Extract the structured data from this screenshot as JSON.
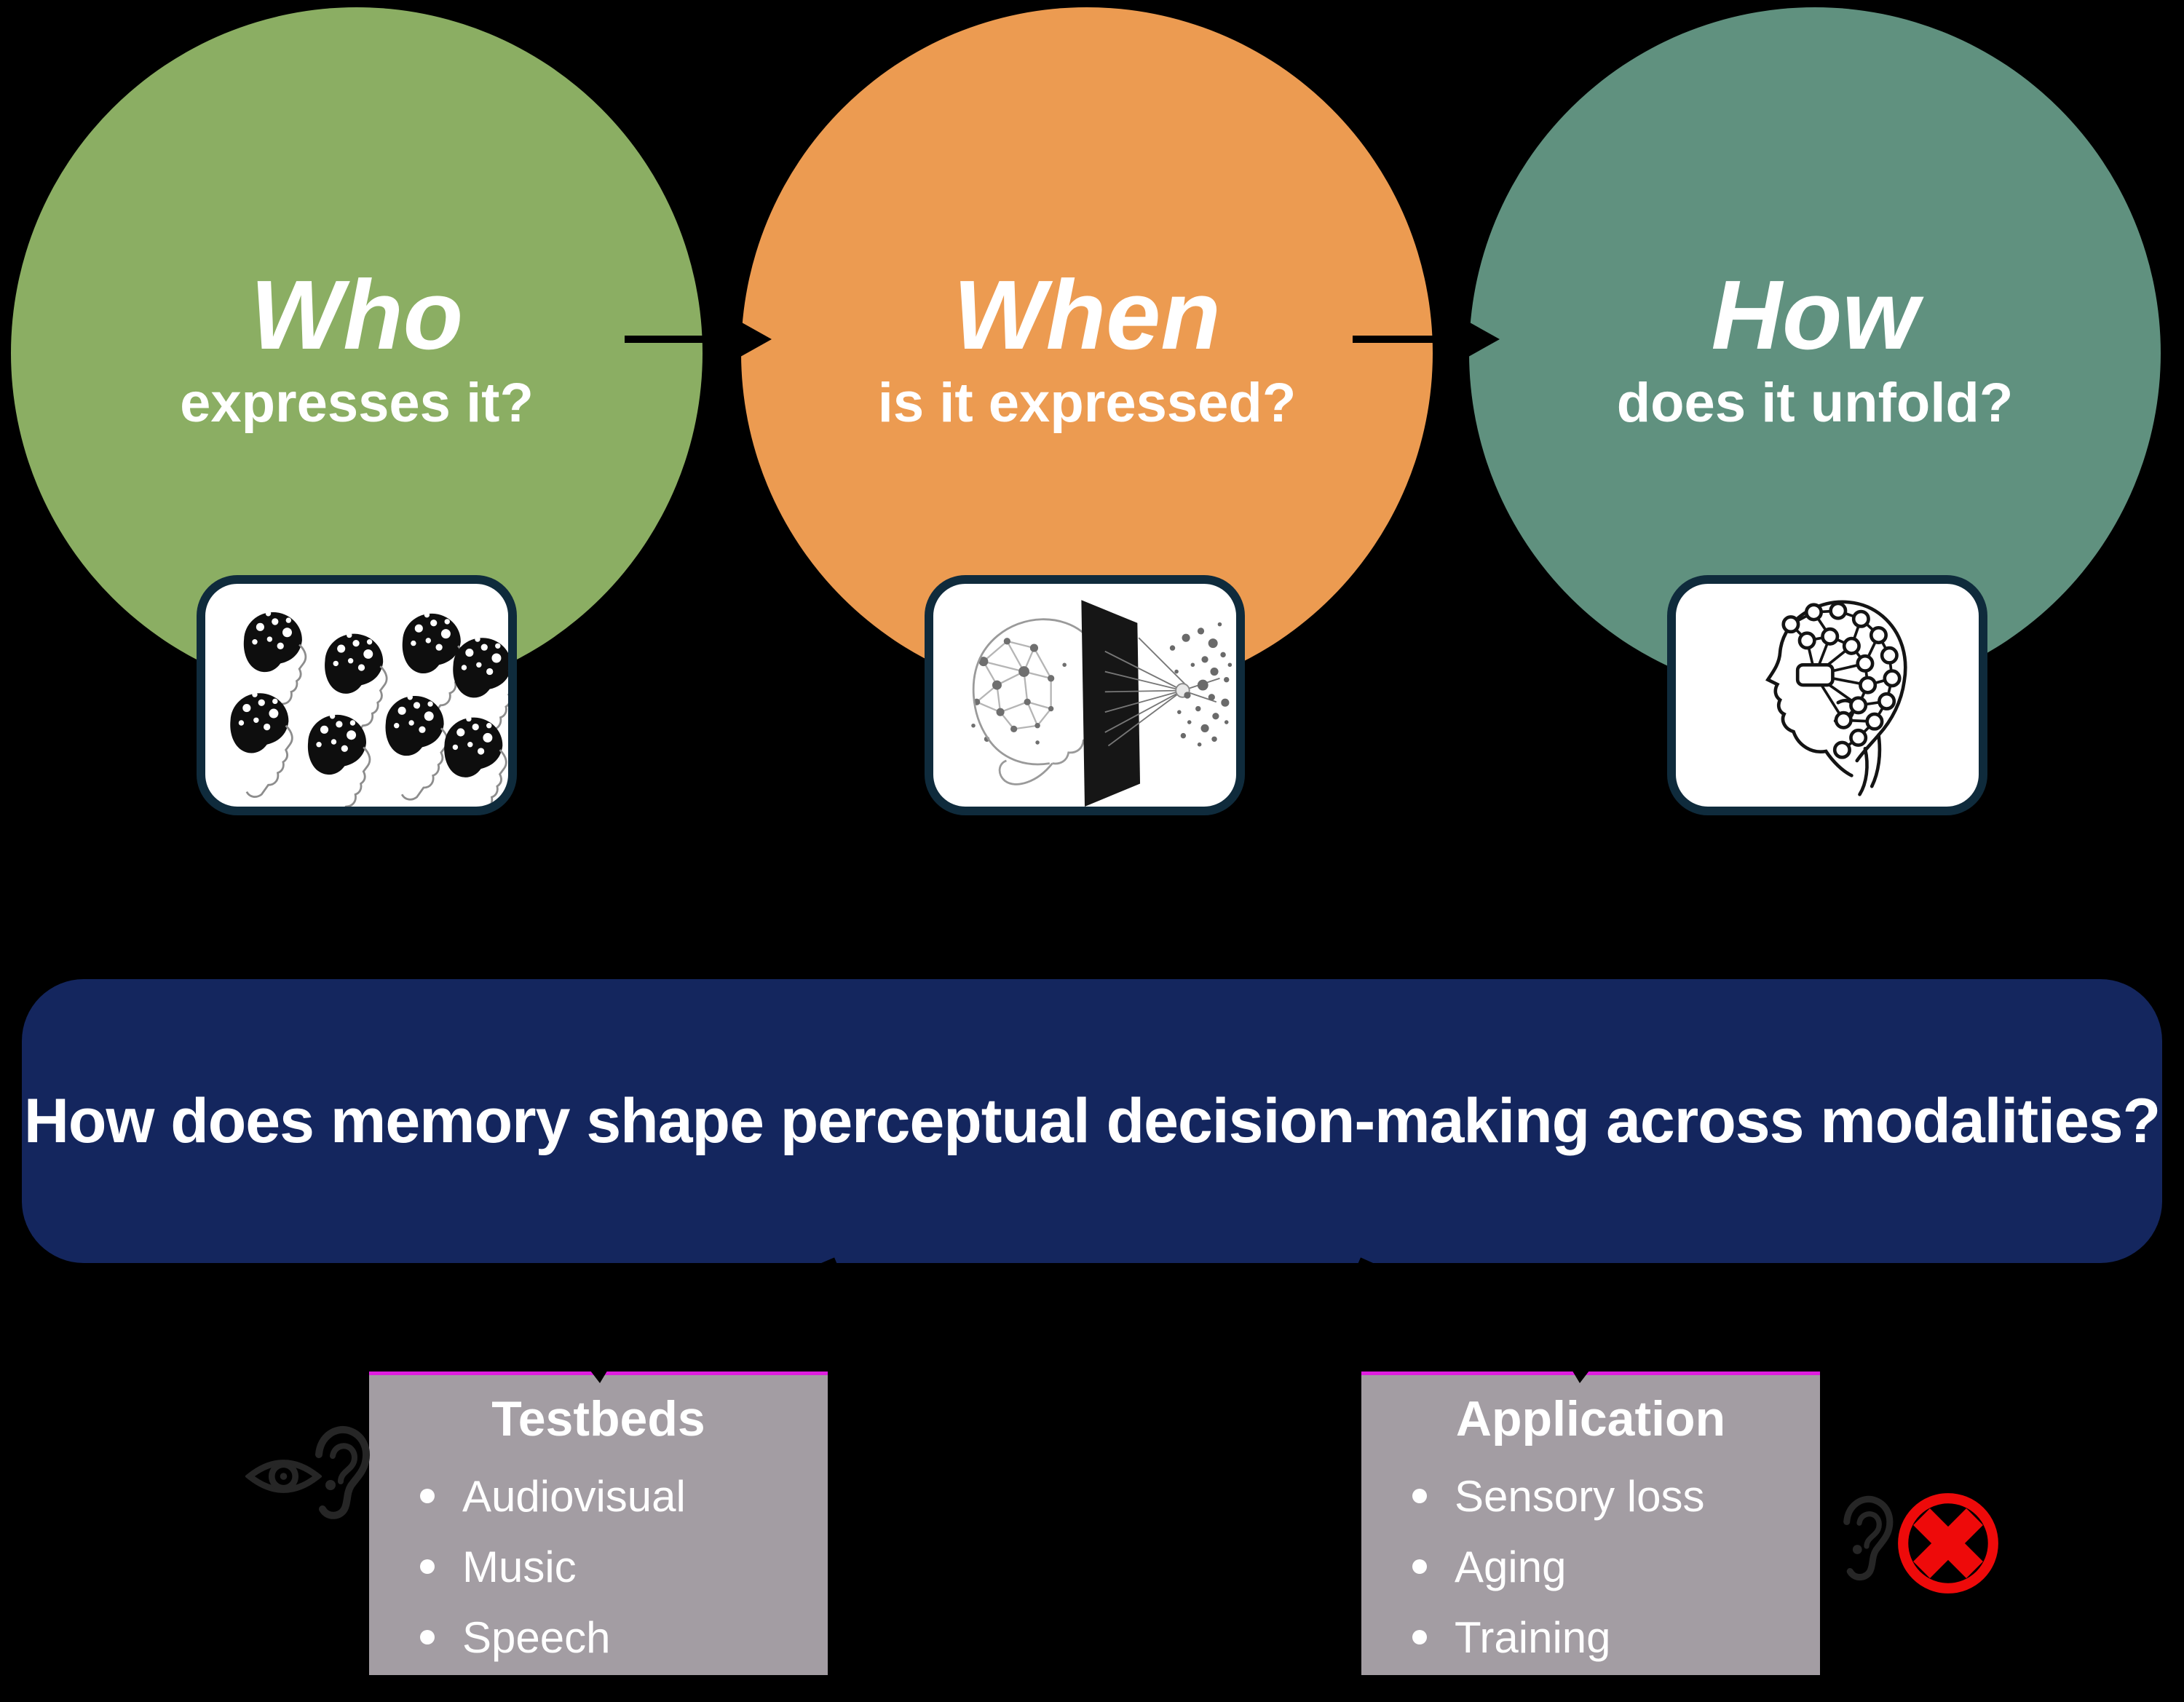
{
  "circles": [
    {
      "title": "Who",
      "subtitle": "expresses it?",
      "color": "#8bae63",
      "card_icon": "eeg-group-heads-image"
    },
    {
      "title": "When",
      "subtitle": "is it expressed?",
      "color": "#ec9b51",
      "card_icon": "mind-screen-particles-image"
    },
    {
      "title": "How",
      "subtitle": "does it unfold?",
      "color": "#60917f",
      "card_icon": "eeg-cap-head-image"
    }
  ],
  "banner": {
    "question": "How does memory shape perceptual decision-making across modalities?",
    "color": "#14265e"
  },
  "boxes": {
    "testbeds": {
      "title": "Testbeds",
      "items": [
        "Audiovisual",
        "Music",
        "Speech"
      ],
      "side_icons": [
        "eye-icon",
        "ear-icon"
      ]
    },
    "application": {
      "title": "Application",
      "items": [
        "Sensory loss",
        "Aging",
        "Training"
      ],
      "side_icons": [
        "ear-icon",
        "no-audio-icon"
      ]
    }
  },
  "colors": {
    "background": "#000000",
    "circle_who": "#8bae63",
    "circle_when": "#ec9b51",
    "circle_how": "#60917f",
    "banner": "#14265e",
    "gray_box": "#a39da3",
    "magenta_line": "#df1ddf",
    "card_border": "#0f2b3c",
    "prohibit_red": "#ee0a0a",
    "arrow": "#000000"
  }
}
